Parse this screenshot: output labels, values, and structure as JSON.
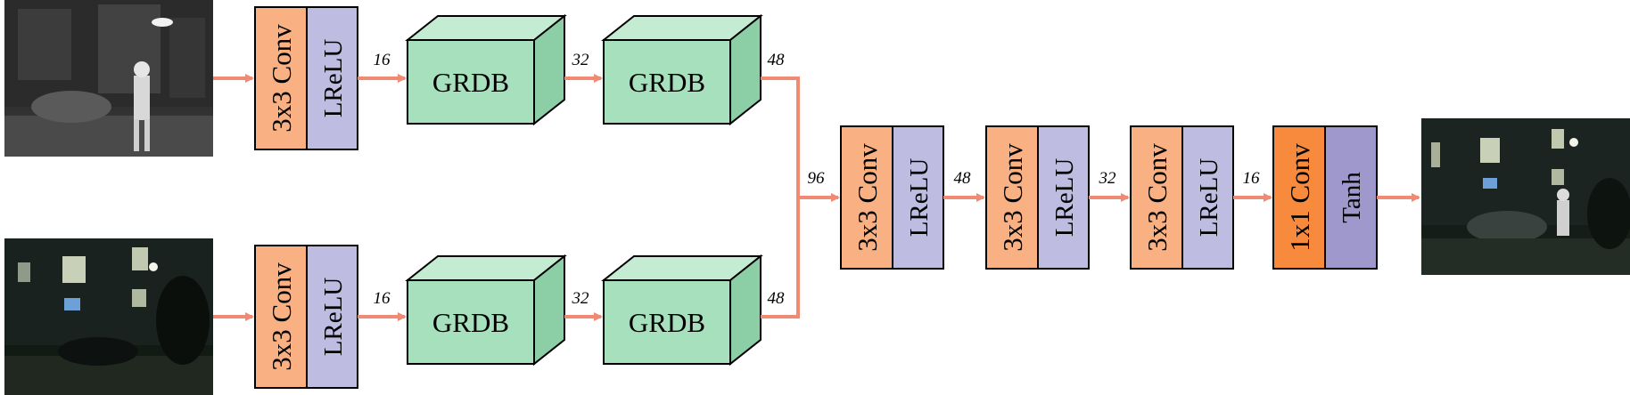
{
  "encoder": {
    "conv_label": "3x3 Conv",
    "act_label": "LReLU",
    "block_label": "GRDB",
    "ch_after_conv": "16",
    "ch_after_block1": "32",
    "ch_after_block2": "48"
  },
  "fusion": {
    "concat_channels": "96",
    "layers": [
      {
        "conv_label": "3x3 Conv",
        "act_label": "LReLU",
        "out_channels": "48"
      },
      {
        "conv_label": "3x3 Conv",
        "act_label": "LReLU",
        "out_channels": "32"
      },
      {
        "conv_label": "3x3 Conv",
        "act_label": "LReLU",
        "out_channels": "16"
      },
      {
        "conv_label": "1x1 Conv",
        "act_label": "Tanh"
      }
    ]
  },
  "colors": {
    "conv": "#f9b183",
    "conv_final": "#f78a3c",
    "act": "#bebce0",
    "act_final": "#9e98cc",
    "block_front": "#a6e0bd",
    "block_top": "#c4ecd2",
    "block_side": "#8ccfa6",
    "arrow": "#f08a73"
  },
  "images": {
    "infrared_input": "infrared-image",
    "visible_input": "visible-image",
    "fused_output": "fused-image"
  }
}
